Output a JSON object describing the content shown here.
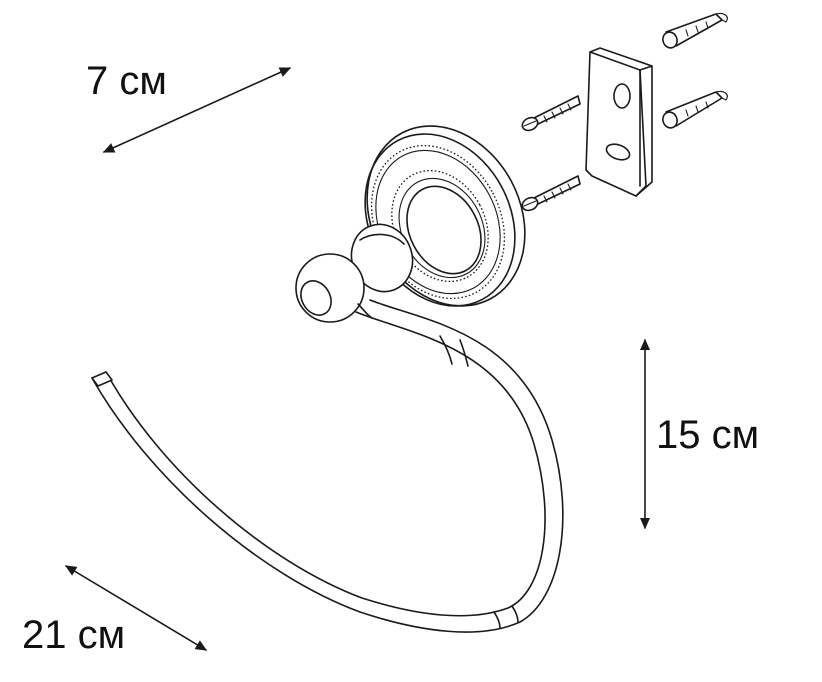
{
  "dimensions": {
    "depth_label": "7 см",
    "height_label": "15 см",
    "width_label": "21 см"
  },
  "parts": {
    "icons": [
      "towel-ring-icon",
      "wall-flange-icon",
      "mounting-bracket-icon",
      "screw-icon",
      "wall-plug-icon",
      "dimension-arrow-icon"
    ]
  },
  "colors": {
    "line": "#1a1a1a",
    "background": "#ffffff"
  }
}
